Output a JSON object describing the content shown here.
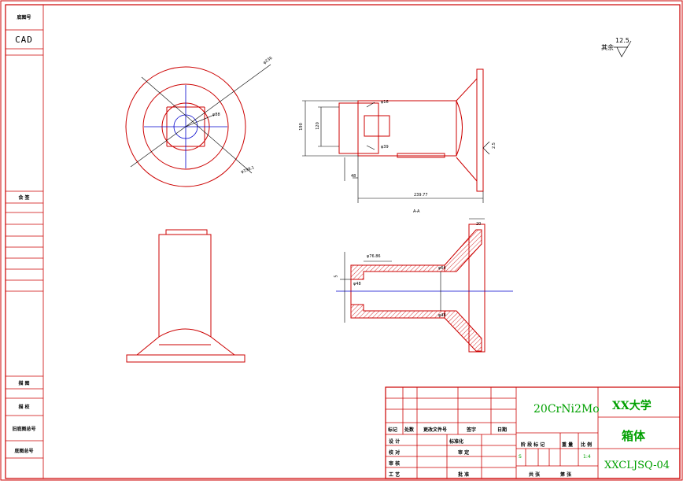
{
  "side_column": {
    "top_label": "底图号",
    "cad_label": "CAD",
    "middle_label": "会 签",
    "bottom_labels": [
      "描 图",
      "描 校",
      "旧底图总号",
      "底图总号"
    ]
  },
  "title_block": {
    "material": "20CrNi2Mo",
    "school": "XX大学",
    "part_name": "箱体",
    "drawing_number": "XXCLJSQ-04",
    "revision_headers": [
      "标记",
      "处数",
      "更改文件号",
      "签字",
      "日期"
    ],
    "role_labels": [
      "设 计",
      "校 对",
      "审 核",
      "工 艺"
    ],
    "standardization": "标准化",
    "review": "审 定",
    "approve": "批 准",
    "stage_headers": [
      "阶 段 标 记",
      "重 量",
      "比 例"
    ],
    "stage_mark": "S",
    "scale": "1:4",
    "sheet_info": [
      "共 张",
      "第 张"
    ]
  },
  "annotations": {
    "surface_roughness_prefix": "其余",
    "surface_roughness_value": "12.5",
    "section_label": "A-A",
    "top_view_dims": [
      "φ236",
      "φ88",
      "φ198.1"
    ],
    "front_view_dims": [
      "190",
      "120",
      "239.77",
      "48",
      "φ16",
      "φ39",
      "2.5"
    ],
    "section_dims": [
      "φ76.86",
      "φ48",
      "φ64",
      "φ48",
      "5",
      "20"
    ]
  }
}
